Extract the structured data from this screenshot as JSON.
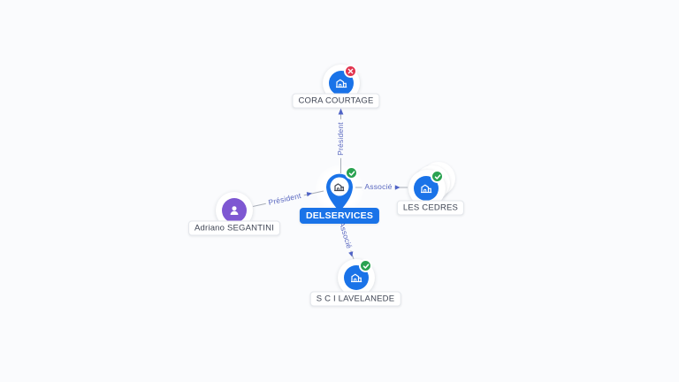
{
  "nodes": {
    "cora_courtage": {
      "label": "CORA COURTAGE",
      "type": "company",
      "status": "closed"
    },
    "delservices": {
      "label": "DELSERVICES",
      "type": "company",
      "status": "active",
      "selected": true
    },
    "les_cedres": {
      "label": "LES CEDRES",
      "type": "company",
      "status": "active",
      "stacked": true
    },
    "adriano_segantini": {
      "label": "Adriano SEGANTINI",
      "type": "person"
    },
    "sci_lavelanede": {
      "label": "S C I LAVELANEDE",
      "type": "company",
      "status": "active"
    }
  },
  "edges": [
    {
      "from": "DELSERVICES",
      "to": "CORA COURTAGE",
      "label": "Président"
    },
    {
      "from": "DELSERVICES",
      "to": "LES CEDRES",
      "label": "Associé"
    },
    {
      "from": "Adriano SEGANTINI",
      "to": "DELSERVICES",
      "label": "Président"
    },
    {
      "from": "DELSERVICES",
      "to": "S C I LAVELANEDE",
      "label": "Associé"
    }
  ],
  "icons": {
    "company": "building-icon",
    "person": "person-icon",
    "active_status": "check-icon",
    "closed_status": "close-icon",
    "selected_marker": "map-pin-icon",
    "edge_direction": "arrow-icon"
  },
  "colors": {
    "background": "#fafbfd",
    "company_accent": "#1a73e8",
    "person_accent": "#7e57d2",
    "active_badge": "#2aa251",
    "closed_badge": "#e2344f",
    "edge_line": "#a8aeb8",
    "edge_label_text": "#5a68c0",
    "node_label_text": "#3e4453",
    "selected_label_bg": "#1a73e8"
  }
}
